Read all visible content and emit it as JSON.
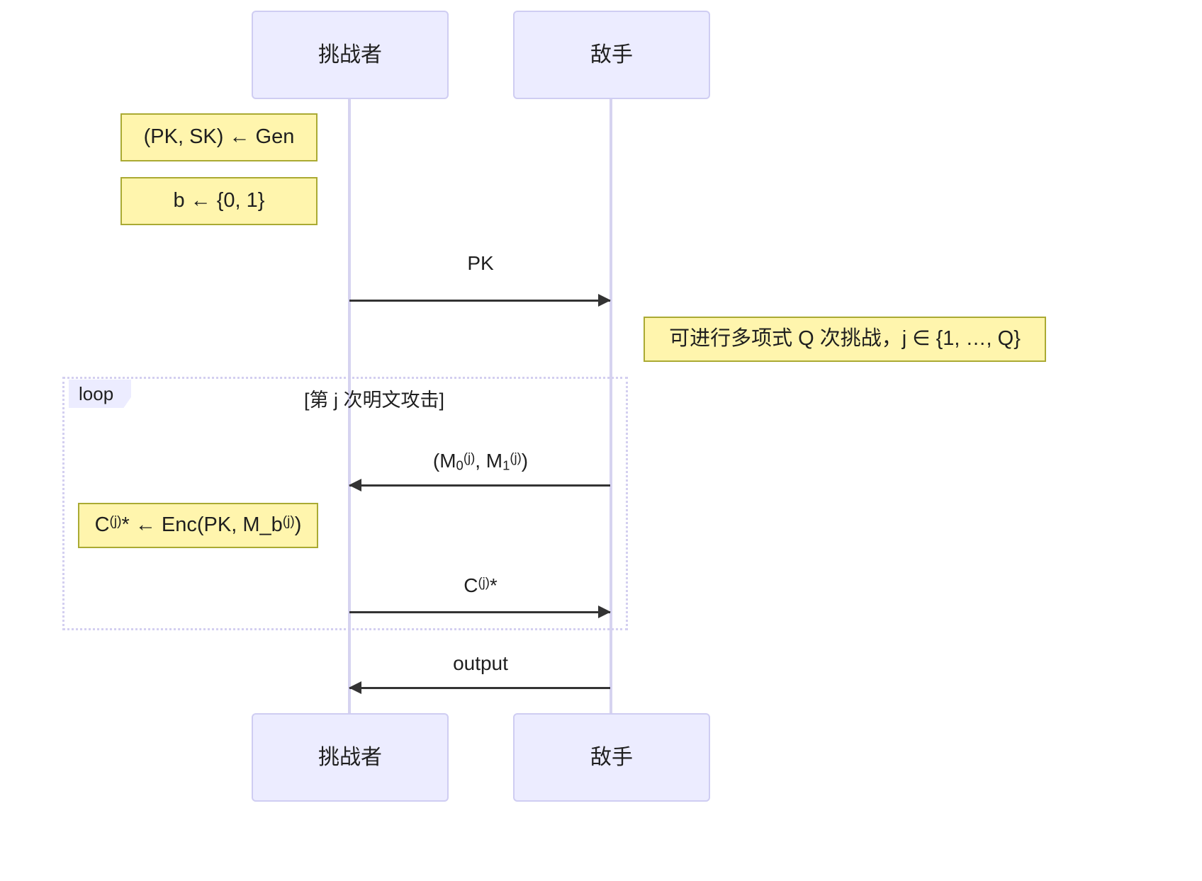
{
  "diagram": {
    "type": "sequence-diagram",
    "background_color": "#ffffff",
    "participants": [
      {
        "id": "challenger",
        "label": "挑战者"
      },
      {
        "id": "adversary",
        "label": "敌手"
      }
    ],
    "colors": {
      "actor_fill": "#ececff",
      "actor_border": "#cfcdf2",
      "lifeline": "#d6d3f0",
      "note_fill": "#fff5ad",
      "note_border": "#aaaa33",
      "arrow": "#333333",
      "loop_border": "#d3cff0",
      "text": "#1f1f1f"
    },
    "notes": [
      {
        "id": "note-gen",
        "text": "(PK, SK) ← Gen"
      },
      {
        "id": "note-bit",
        "text": "b ← {0, 1}"
      },
      {
        "id": "note-queries",
        "text": "可进行多项式 Q 次挑战，j ∈ {1, …, Q}"
      },
      {
        "id": "note-enc",
        "text_parts": {
          "c": "C",
          "sup1": "(j)",
          "star": "* ← Enc(PK, M_b",
          "sup2": "(j)",
          "close": ")"
        }
      }
    ],
    "messages": [
      {
        "id": "msg-pk",
        "label": "PK",
        "direction": "right",
        "from": "challenger",
        "to": "adversary"
      },
      {
        "id": "msg-plaintexts",
        "label_parts": {
          "open": "(M",
          "sub0": "0",
          "sup0": "(j)",
          "mid": ", M",
          "sub1": "1",
          "sup1": "(j)",
          "close": ")"
        },
        "direction": "left",
        "from": "adversary",
        "to": "challenger"
      },
      {
        "id": "msg-ciphertext",
        "label_parts": {
          "c": "C",
          "sup": "(j)",
          "star": "*"
        },
        "direction": "right",
        "from": "challenger",
        "to": "adversary"
      },
      {
        "id": "msg-output",
        "label": "output",
        "direction": "left",
        "from": "adversary",
        "to": "challenger"
      }
    ],
    "loop": {
      "id": "loop-plaintext-attack",
      "keyword": "loop",
      "title": "[第 j 次明文攻击]"
    }
  }
}
